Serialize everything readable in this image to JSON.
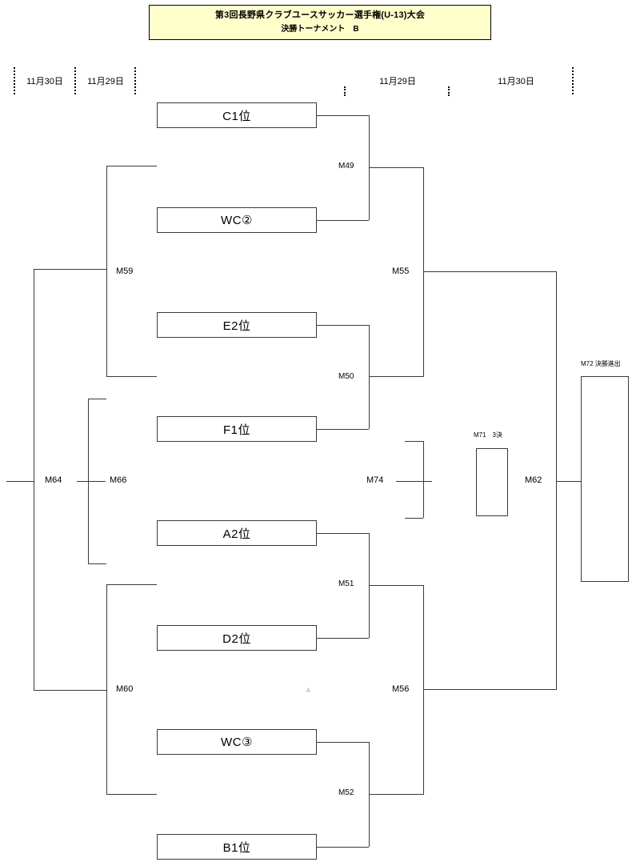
{
  "header": {
    "title_main": "第3回長野県クラブユースサッカー選手権(U-13)大会",
    "title_sub": "決勝トーナメント　B"
  },
  "dates": [
    {
      "label": "11月30日",
      "side": "left"
    },
    {
      "label": "11月29日",
      "side": "left"
    },
    {
      "label": "11月29日",
      "side": "right"
    },
    {
      "label": "11月30日",
      "side": "right"
    }
  ],
  "teams": [
    {
      "label": "C1位"
    },
    {
      "label": "WC②"
    },
    {
      "label": "E2位"
    },
    {
      "label": "F1位"
    },
    {
      "label": "A2位"
    },
    {
      "label": "D2位"
    },
    {
      "label": "WC③"
    },
    {
      "label": "B1位"
    }
  ],
  "matches": {
    "m49": "M49",
    "m50": "M50",
    "m51": "M51",
    "m52": "M52",
    "m55": "M55",
    "m56": "M56",
    "m59": "M59",
    "m60": "M60",
    "m62": "M62",
    "m64": "M64",
    "m66": "M66",
    "m74": "M74",
    "m71": "M71　3決",
    "m72": "M72 決勝進出"
  },
  "artifact": "△",
  "colors": {
    "banner_fill": "#ffffcc",
    "line": "#3a3a3a",
    "text": "#000000"
  }
}
